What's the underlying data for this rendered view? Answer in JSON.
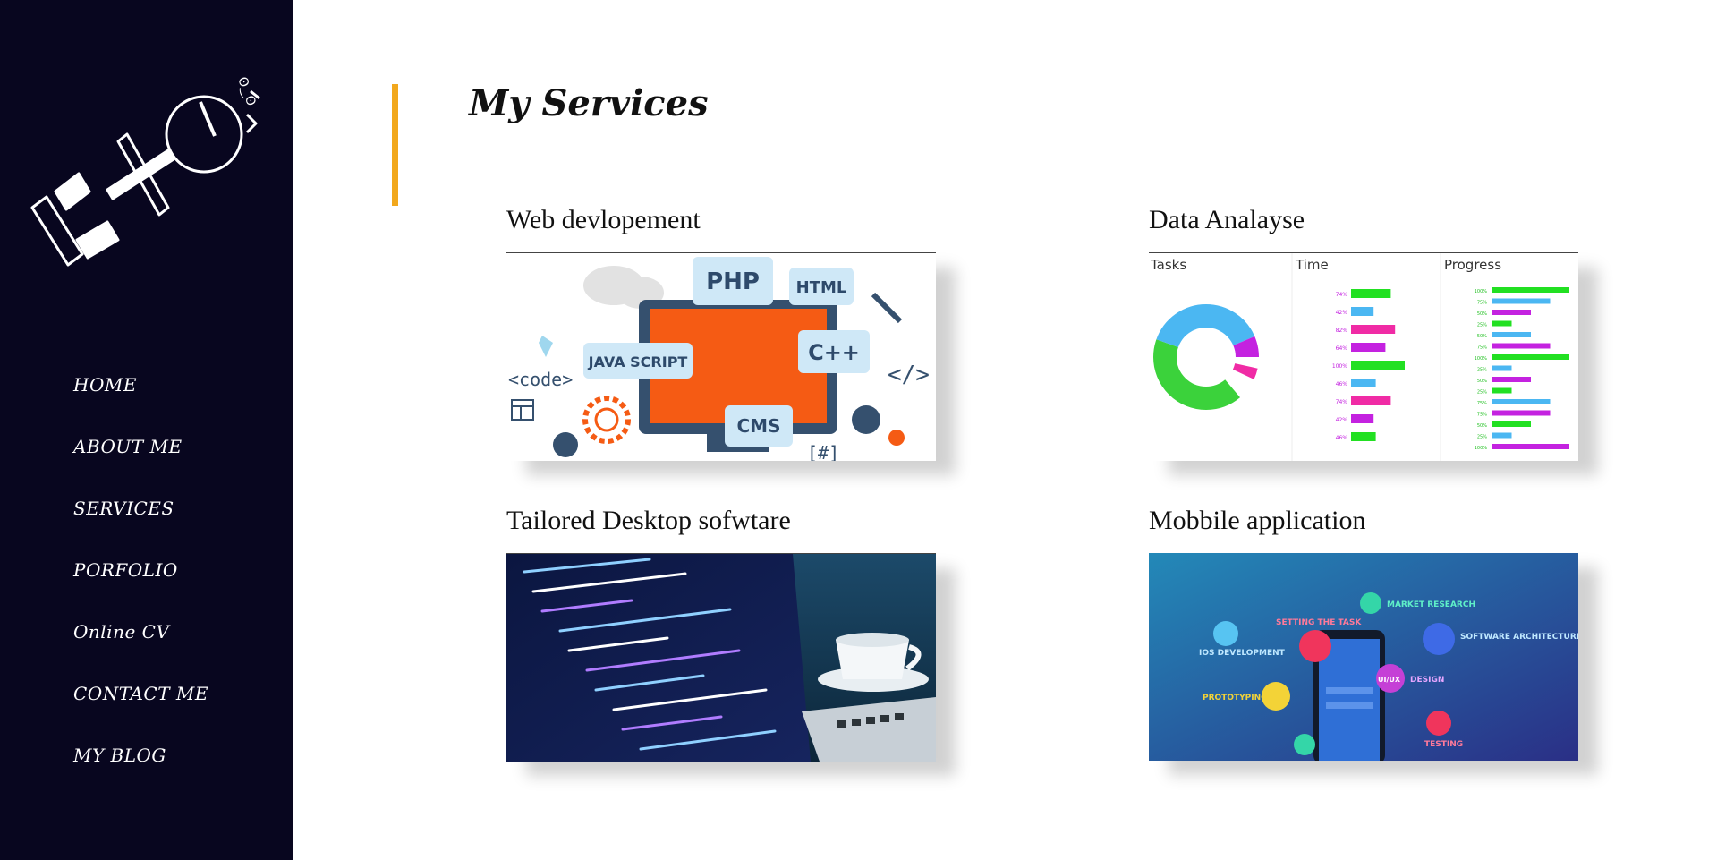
{
  "sidebar": {
    "logo_text": "KHO",
    "nav": [
      "HOME",
      "ABOUT ME",
      "SERVICES",
      "PORFOLIO",
      "Online CV",
      "CONTACT ME",
      "MY BLOG"
    ]
  },
  "main": {
    "title": "My Services",
    "accent_color": "#f2a81d",
    "services": [
      {
        "title": "Web devlopement",
        "image": {
          "labels": [
            "PHP",
            "HTML",
            "JAVA SCRIPT",
            "C++",
            "CMS",
            "<code>",
            "</>",
            "[#]"
          ]
        }
      },
      {
        "title": "Data Analayse",
        "image": {
          "headers": [
            "Tasks",
            "Time",
            "Progress"
          ],
          "time_values": [
            "74%",
            "42%",
            "82%",
            "64%",
            "100%",
            "46%",
            "74%",
            "42%",
            "46%"
          ],
          "progress_values": [
            "100%",
            "75%",
            "50%",
            "25%",
            "50%",
            "75%",
            "100%",
            "25%",
            "50%",
            "25%",
            "75%",
            "75%",
            "50%",
            "25%",
            "100%"
          ]
        }
      },
      {
        "title": "Tailored Desktop sofwtare",
        "image": {}
      },
      {
        "title": "Mobbile application",
        "image": {
          "labels": [
            "MARKET RESEARCH",
            "SETTING THE TASK",
            "IOS DEVELOPMENT",
            "SOFTWARE ARCHITECTURE PLANNING",
            "PROTOTYPING",
            "UI/UX",
            "DESIGN",
            "TESTING"
          ]
        }
      }
    ]
  }
}
